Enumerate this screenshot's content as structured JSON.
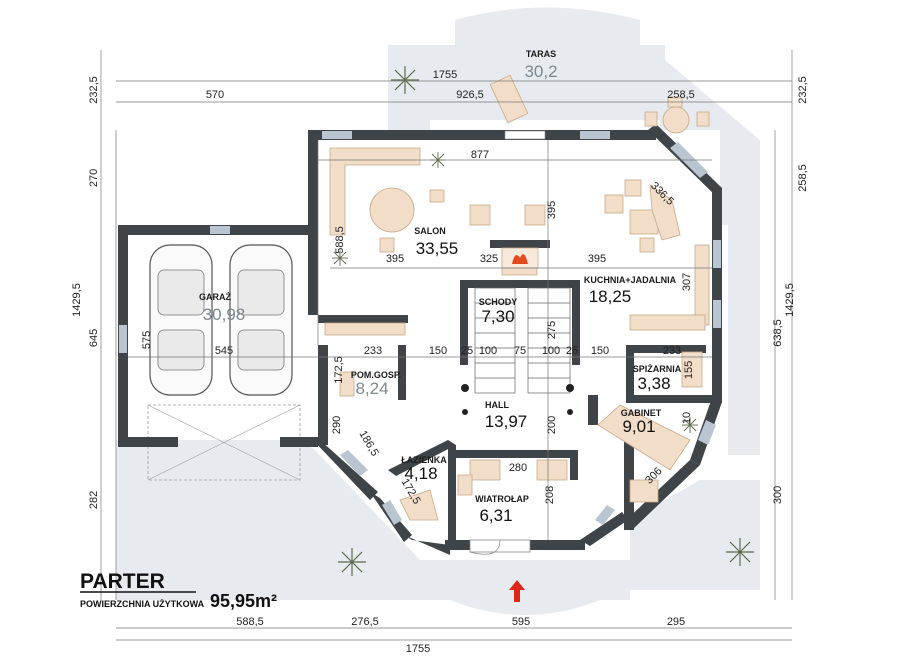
{
  "title": "PARTER",
  "usable_area_label": "POWIERZCHNIA UŻYTKOWA",
  "usable_area_value": "95,95m²",
  "rooms": [
    {
      "id": "taras",
      "name": "TARAS",
      "area": "30,2"
    },
    {
      "id": "salon",
      "name": "SALON",
      "area": "33,55"
    },
    {
      "id": "garaz",
      "name": "GARAŻ",
      "area": "30,98"
    },
    {
      "id": "kuchnia",
      "name": "KUCHNIA+JADALNIA",
      "area": "18,25"
    },
    {
      "id": "schody",
      "name": "SCHODY",
      "area": "7,30"
    },
    {
      "id": "pomgosp",
      "name": "POM.GOSP.",
      "area": "8,24"
    },
    {
      "id": "spizarnia",
      "name": "SPIŻARNIA",
      "area": "3,38"
    },
    {
      "id": "hall",
      "name": "HALL",
      "area": "13,97"
    },
    {
      "id": "gabinet",
      "name": "GABINET",
      "area": "9,01"
    },
    {
      "id": "lazienka",
      "name": "ŁAZIENKA",
      "area": "4,18"
    },
    {
      "id": "wiatrolap",
      "name": "WIATROŁAP",
      "area": "6,31"
    }
  ],
  "dimensions": {
    "top_total": "1755",
    "top_left": "570",
    "top_mid": "926,5",
    "top_right": "258,5",
    "bottom_1": "588,5",
    "bottom_2": "276,5",
    "bottom_3": "595",
    "bottom_4": "295",
    "bottom_total": "1755",
    "left_1": "232,5",
    "left_2": "270",
    "left_total": "1429,5",
    "left_3": "645",
    "left_4": "282",
    "right_1": "232,5",
    "right_2": "258,5",
    "right_total": "1429,5",
    "right_3": "638,5",
    "right_4": "300",
    "inner_877": "877",
    "inner_395a": "395",
    "inner_325": "325",
    "inner_395b": "395",
    "inner_395c": "395",
    "inner_3365": "336,5",
    "inner_5885": "588,5",
    "inner_307": "307",
    "inner_575": "575",
    "inner_545": "545",
    "inner_233a": "233",
    "inner_150a": "150",
    "inner_25a": "25",
    "inner_100a": "100",
    "inner_75": "75",
    "inner_100b": "100",
    "inner_25b": "25",
    "inner_150b": "150",
    "inner_233b": "233",
    "inner_275": "275",
    "inner_1725": "172,5",
    "inner_155": "155",
    "inner_290": "290",
    "inner_1865": "186,5",
    "inner_200": "200",
    "inner_10": "10",
    "inner_280": "280",
    "inner_1725b": "172,5",
    "inner_208": "208",
    "inner_306": "306"
  },
  "colors": {
    "wall": "#3f4448",
    "furniture": "#f1ddc8",
    "terrace": "#e7ebef",
    "window": "#b9c6d1",
    "entrance_arrow": "#e0261b",
    "fireplace": "#e24b1e"
  }
}
